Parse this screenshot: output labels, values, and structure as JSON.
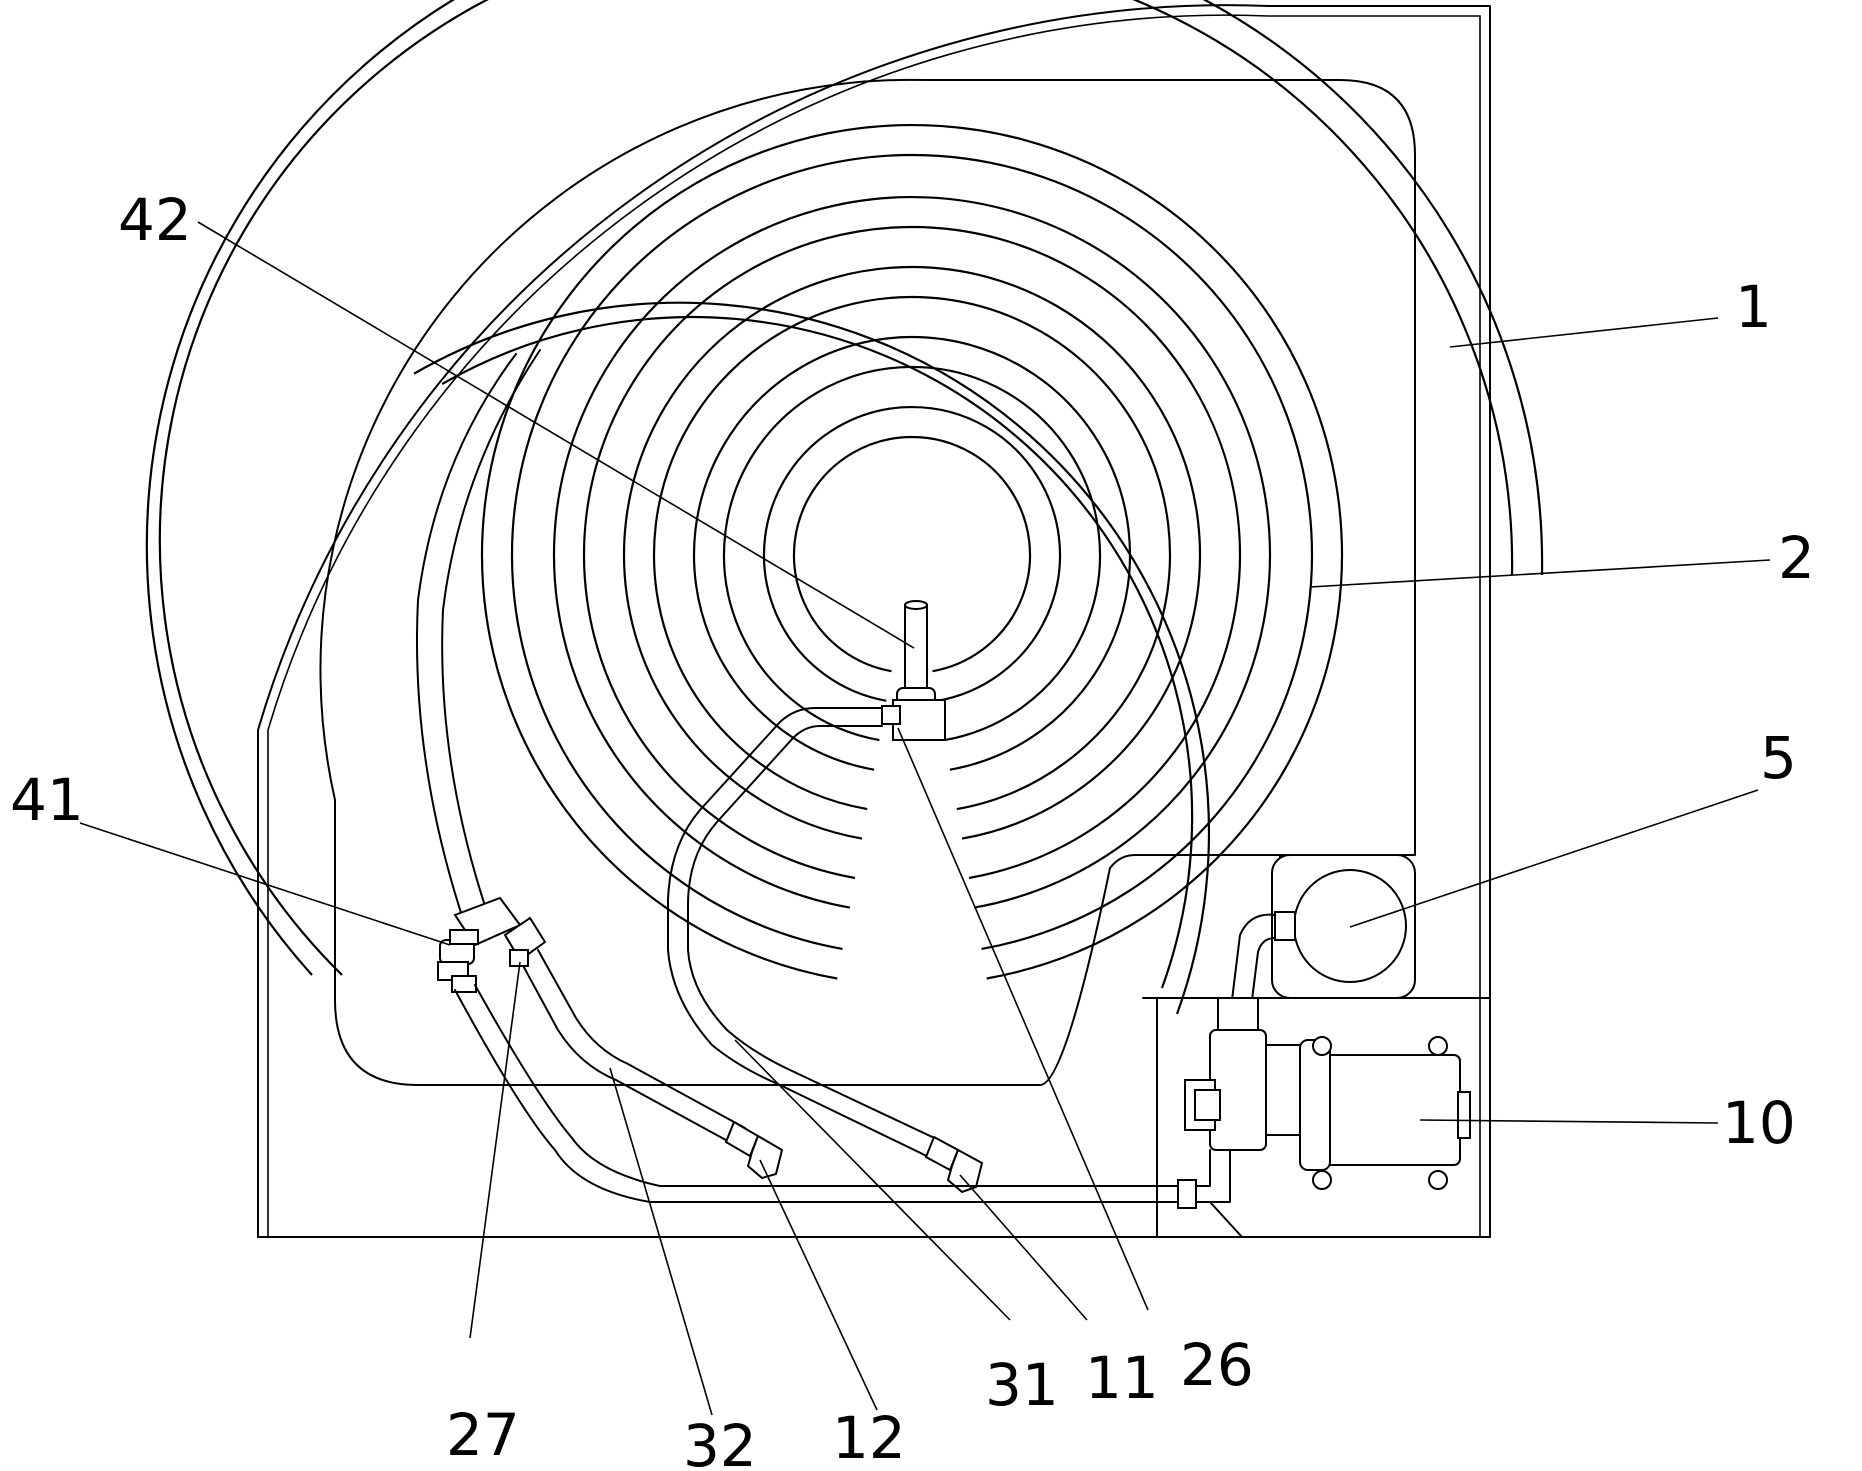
{
  "diagram": {
    "callouts": [
      {
        "id": "1",
        "text": "1"
      },
      {
        "id": "2",
        "text": "2"
      },
      {
        "id": "5",
        "text": "5"
      },
      {
        "id": "10",
        "text": "10"
      },
      {
        "id": "11",
        "text": "11"
      },
      {
        "id": "12",
        "text": "12"
      },
      {
        "id": "26",
        "text": "26"
      },
      {
        "id": "27",
        "text": "27"
      },
      {
        "id": "31",
        "text": "31"
      },
      {
        "id": "32",
        "text": "32"
      },
      {
        "id": "41",
        "text": "41"
      },
      {
        "id": "42",
        "text": "42"
      }
    ],
    "colors": {
      "line": "#000000",
      "background": "#ffffff"
    }
  }
}
